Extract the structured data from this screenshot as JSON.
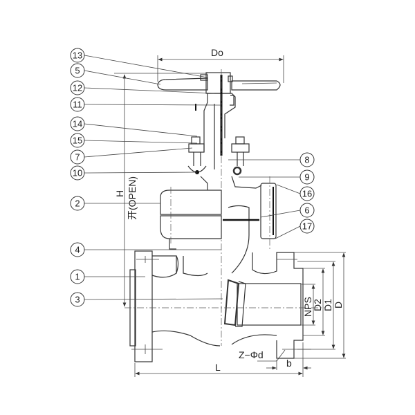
{
  "title": "Gate valve assembly drawing",
  "callouts_left": [
    "13",
    "5",
    "12",
    "11",
    "14",
    "15",
    "7",
    "10",
    "2",
    "4",
    "1",
    "3"
  ],
  "callouts_right": [
    "8",
    "9",
    "16",
    "6",
    "17"
  ],
  "dimensions": {
    "handwheel_diameter": "Do",
    "height": "H",
    "height_note": "开(OPEN)",
    "nominal_size": "NPS",
    "d2": "D2",
    "d1": "D1",
    "d": "D",
    "length": "L",
    "bolt_holes": "Z−Φd",
    "flange_thickness": "b"
  }
}
